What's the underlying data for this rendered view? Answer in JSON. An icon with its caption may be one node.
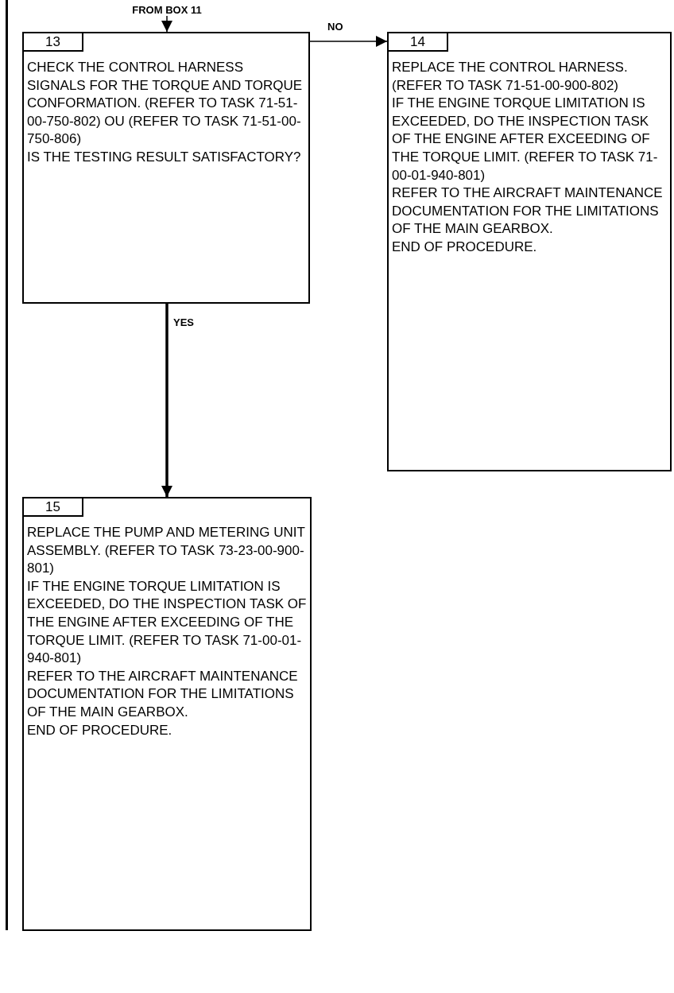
{
  "diagram": {
    "nodes": [
      {
        "text": [
          "FROM BOX 11"
        ]
      },
      {
        "text": [
          "13",
          "CHECK THE CONTROL HARNESS SIGNALS FOR THE TORQUE AND TORQUE CONFORMATION. (REFER TO TASK 71-51-00-750-802) OU (REFER TO TASK 71-51-00-750-806)",
          "IS THE TESTING RESULT SATISFACTORY?"
        ]
      },
      {
        "text": [
          "14",
          "REPLACE THE CONTROL HARNESS. (REFER TO TASK 71-51-00-900-802)",
          "IF THE ENGINE TORQUE LIMITATION IS EXCEEDED, DO THE INSPECTION TASK OF THE ENGINE AFTER EXCEEDING OF THE TORQUE LIMIT. (REFER TO TASK 71-00-01-940-801)",
          "REFER TO THE AIRCRAFT MAINTENANCE DOCUMENTATION FOR THE LIMITATIONS OF THE MAIN GEARBOX.",
          "END OF PROCEDURE."
        ]
      },
      {
        "text": [
          "15",
          "REPLACE THE PUMP AND METERING UNIT ASSEMBLY. (REFER TO TASK 73-23-00-900-801)",
          "IF THE ENGINE TORQUE LIMITATION IS EXCEEDED, DO THE INSPECTION TASK OF THE ENGINE AFTER EXCEEDING OF THE TORQUE LIMIT. (REFER TO TASK 71-00-01-940-801)",
          "REFER TO THE AIRCRAFT MAINTENANCE DOCUMENTATION FOR THE LIMITATIONS OF THE MAIN GEARBOX.",
          "END OF PROCEDURE."
        ]
      }
    ],
    "edges": [
      {
        "from": 0,
        "to": 1,
        "arrow": "to"
      },
      {
        "from": 1,
        "to": 2,
        "arrow": "to",
        "label": "NO"
      },
      {
        "from": 1,
        "to": 3,
        "arrow": "to",
        "label": "YES",
        "style": "thick"
      }
    ]
  }
}
